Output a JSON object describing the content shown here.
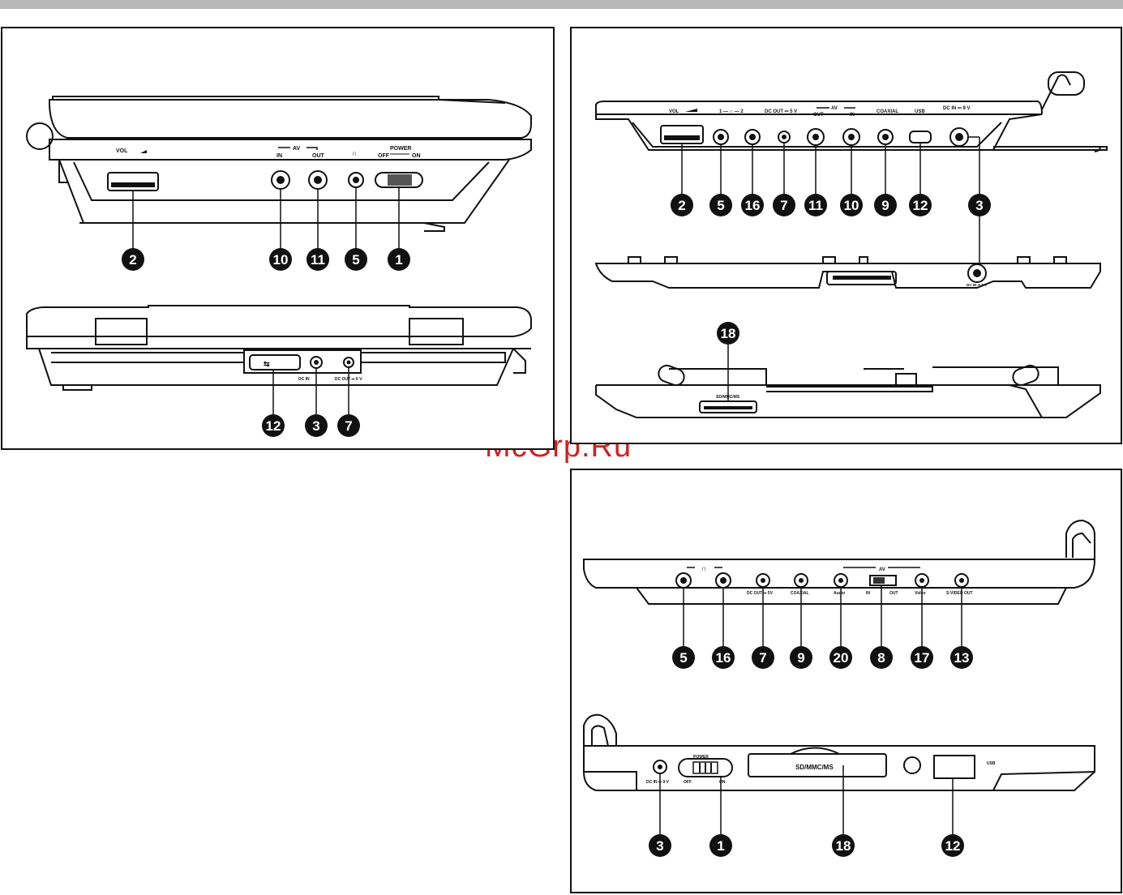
{
  "watermark": "McGrp.Ru",
  "panel_a": {
    "side": {
      "vol": "VOL",
      "av": "AV",
      "av_in": "IN",
      "av_out": "OUT",
      "power": "POWER",
      "power_off": "OFF",
      "power_on": "ON"
    },
    "back": {
      "dc_in": "DC IN",
      "dc_out": "DC OUT ⎓ 5 V"
    },
    "callouts_top": [
      "2",
      "10",
      "11",
      "5",
      "1"
    ],
    "callouts_bottom": [
      "12",
      "3",
      "7"
    ]
  },
  "panel_b": {
    "side": {
      "vol": "VOL",
      "phones": "1 — ∩ — 2",
      "dc_out": "DC OUT ⎓ 5 V",
      "av": "AV",
      "av_out": "OUT",
      "av_in": "IN",
      "coaxial": "COAXIAL",
      "usb": "USB",
      "dc_in": "DC IN ⎓ 9 V"
    },
    "back": {
      "dc_in": "DC IN ⎓ 9 V"
    },
    "card": {
      "label": "SD/MMC/MS"
    },
    "callouts_top": [
      "2",
      "5",
      "16",
      "7",
      "11",
      "10",
      "9",
      "12",
      "3"
    ],
    "callout_card": "18"
  },
  "panel_c": {
    "side": {
      "dc_out": "DC OUT ⎓ 5V",
      "coaxial": "COAXIAL",
      "av": "AV",
      "audio": "Audio",
      "in": "IN",
      "out": "OUT",
      "video": "Video",
      "svideo": "S-VIDEO OUT"
    },
    "front": {
      "dc_in": "DC IN ⎓ 9 V",
      "power": "POWER",
      "off": "OFF",
      "on": "ON",
      "card": "SD/MMC/MS",
      "usb": "USB"
    },
    "callouts_top": [
      "5",
      "16",
      "7",
      "9",
      "20",
      "8",
      "17",
      "13"
    ],
    "callouts_bottom": [
      "3",
      "1",
      "18",
      "12"
    ]
  }
}
